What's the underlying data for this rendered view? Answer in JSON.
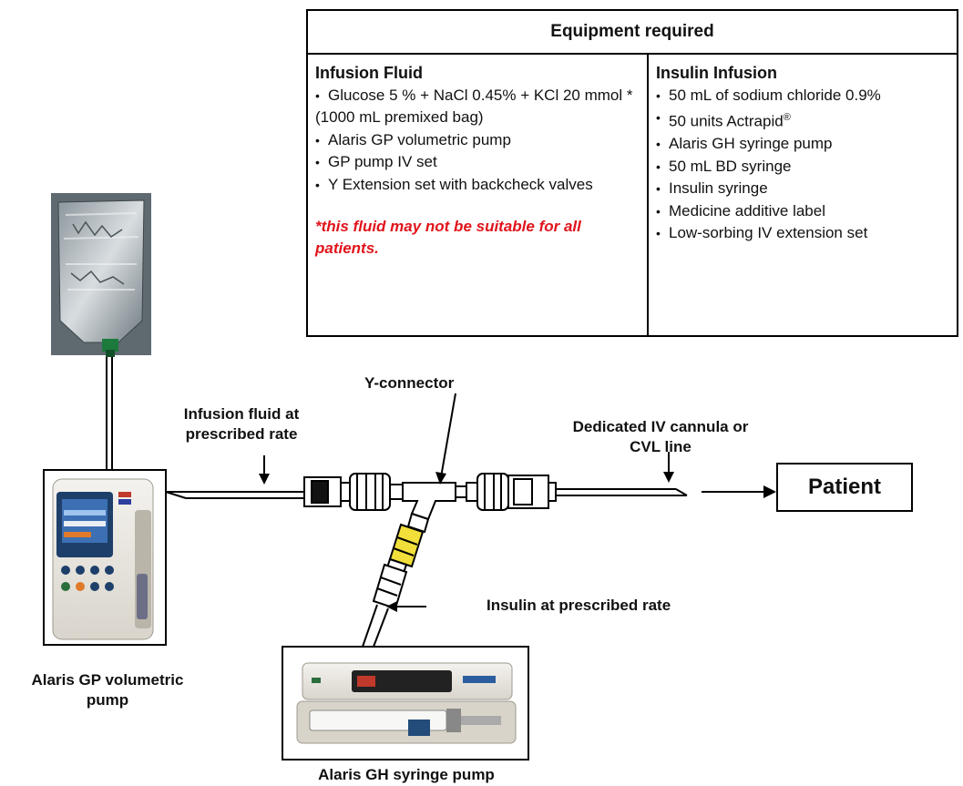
{
  "equipment": {
    "title": "Equipment required",
    "infusion_fluid": {
      "heading": "Infusion Fluid",
      "items": [
        "Glucose 5 % + NaCl 0.45% + KCl 20 mmol *",
        "(1000 mL premixed bag)",
        "Alaris GP volumetric pump",
        "GP pump IV set",
        "Y Extension set with backcheck valves"
      ],
      "warning": "*this fluid may not be suitable for all patients."
    },
    "insulin_infusion": {
      "heading": "Insulin Infusion",
      "items": [
        "50 mL of sodium chloride 0.9%",
        "50 units Actrapid",
        "Alaris GH syringe pump",
        "50 mL BD syringe",
        "Insulin syringe",
        "Medicine additive label",
        "Low-sorbing IV extension set"
      ],
      "actrapid_mark": "®"
    }
  },
  "diagram": {
    "y_connector": "Y-connector",
    "infusion_fluid_rate": [
      "Infusion fluid at",
      "prescribed rate"
    ],
    "dedicated_line": [
      "Dedicated IV cannula or",
      "CVL line"
    ],
    "insulin_rate": "Insulin at prescribed rate",
    "patient": "Patient",
    "gp_pump_label": [
      "Alaris GP volumetric",
      "pump"
    ],
    "gh_pump_label": "Alaris GH syringe pump"
  },
  "colors": {
    "warning": "#e0141b",
    "line": "#000000"
  }
}
